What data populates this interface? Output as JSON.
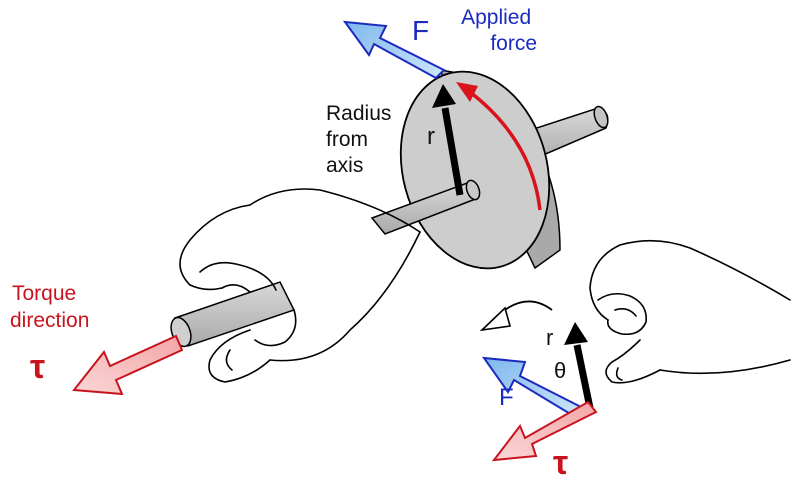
{
  "labels": {
    "force_symbol": "F",
    "applied_force_line1": "Applied",
    "applied_force_line2": "force",
    "radius_line1": "Radius",
    "radius_line2": "from",
    "radius_line3": "axis",
    "radius_symbol": "r",
    "torque_line1": "Torque",
    "torque_line2": "direction",
    "tau_symbol": "τ",
    "theta_symbol": "θ"
  },
  "colors": {
    "force_fill": "#8fc4ef",
    "force_stroke": "#1c2bbf",
    "torque_fill": "#f7b7b7",
    "torque_stroke": "#c8141e",
    "rotation_arrow": "#d9121b",
    "wheel_face": "#cfcfcf",
    "wheel_rim": "#b8b8b8",
    "axle": "#bdbdbd"
  }
}
